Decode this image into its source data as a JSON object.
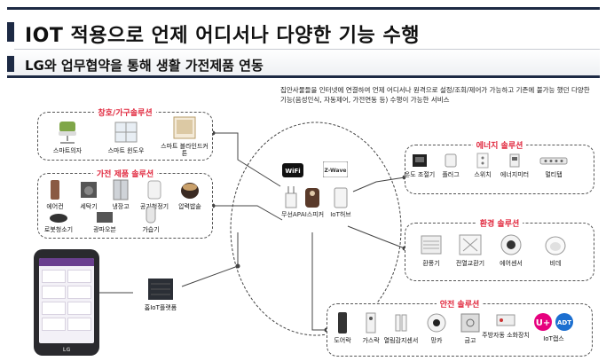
{
  "header": {
    "title": "IOT 적용으로 언제 어디서나 다양한 기능 수행",
    "subtitle": "LG와 업무협약을 통해 생활 가전제품 연동"
  },
  "description": "집안사물들을 인터넷에 연결하여 언제 어디서나 원격으로 설정/조회/제어가 가능하고 기존에 불가능 했던 다양한 기능(음성인식, 자동제어, 가전연동 등) 수행이 가능한 서비스",
  "groups": {
    "window_furniture": {
      "title": "창호/가구솔루션",
      "items": [
        "스마트의자",
        "스마트 윈도우",
        "스마트 블라인드커튼"
      ]
    },
    "appliance": {
      "title": "가전 제품 솔루션",
      "items": [
        "에어컨",
        "세탁기",
        "냉장고",
        "공기청정기",
        "압력밥솥",
        "로봇청소기",
        "광파오븐",
        "가습기"
      ]
    },
    "energy": {
      "title": "에너지 솔루션",
      "items": [
        "온도 조절기",
        "플러그",
        "스위치",
        "에너지미터",
        "멀티탭"
      ]
    },
    "environment": {
      "title": "환경 솔루션",
      "items": [
        "환풍기",
        "전열교환기",
        "에어센서",
        "비데"
      ]
    },
    "safety": {
      "title": "안전 솔루션",
      "items": [
        "도어락",
        "가스락",
        "열림감지센서",
        "망카",
        "금고",
        "주방자동 소화장치",
        "IoT캡스"
      ]
    }
  },
  "hub": {
    "items": [
      "무선AP",
      "AI스피커",
      "IoT허브"
    ],
    "wifi_label": "WiFi",
    "zwave_label": "Z-Wave"
  },
  "platform": {
    "label": "홈IoT플랫폼"
  },
  "phone": {
    "brand": "LG"
  },
  "colors": {
    "title_bar": "#1d2a44",
    "group_title": "#e0263c",
    "uplus": "#e6007e",
    "adt": "#1c6fd0"
  }
}
